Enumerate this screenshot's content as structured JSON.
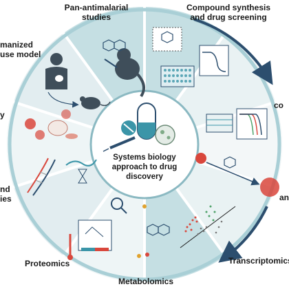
{
  "center": {
    "lines": [
      "Systems biology",
      "approach to drug",
      "discovery"
    ]
  },
  "segments": [
    {
      "id": "pan-antimalarial",
      "lines": [
        "Pan-antimalarial",
        "studies"
      ]
    },
    {
      "id": "compound-synthesis",
      "lines": [
        "Compound synthesis",
        "and drug screening"
      ]
    },
    {
      "id": "right-upper",
      "lines": [
        "co"
      ]
    },
    {
      "id": "right-lower",
      "lines": [
        "",
        "an"
      ]
    },
    {
      "id": "transcriptomics",
      "lines": [
        "Transcriptomics"
      ]
    },
    {
      "id": "metabolomics",
      "lines": [
        "Metabolomics"
      ]
    },
    {
      "id": "proteomics",
      "lines": [
        "Proteomics"
      ]
    },
    {
      "id": "left-lower",
      "lines": [
        "nd",
        "ies"
      ]
    },
    {
      "id": "left-middle",
      "lines": [
        "y"
      ]
    },
    {
      "id": "humanized-mouse",
      "lines": [
        "manized",
        "use model"
      ]
    }
  ],
  "colors": {
    "ring_light": "#e3eef0",
    "ring_teal": "#b9d9de",
    "segment_highlight": "#c7e1e5",
    "segment_mid": "#d7e9ec",
    "arrow": "#2c4e6e",
    "accent_red": "#d9473c",
    "accent_teal": "#3b95a8",
    "accent_green": "#4fa36a",
    "text": "#1a1a1a"
  }
}
